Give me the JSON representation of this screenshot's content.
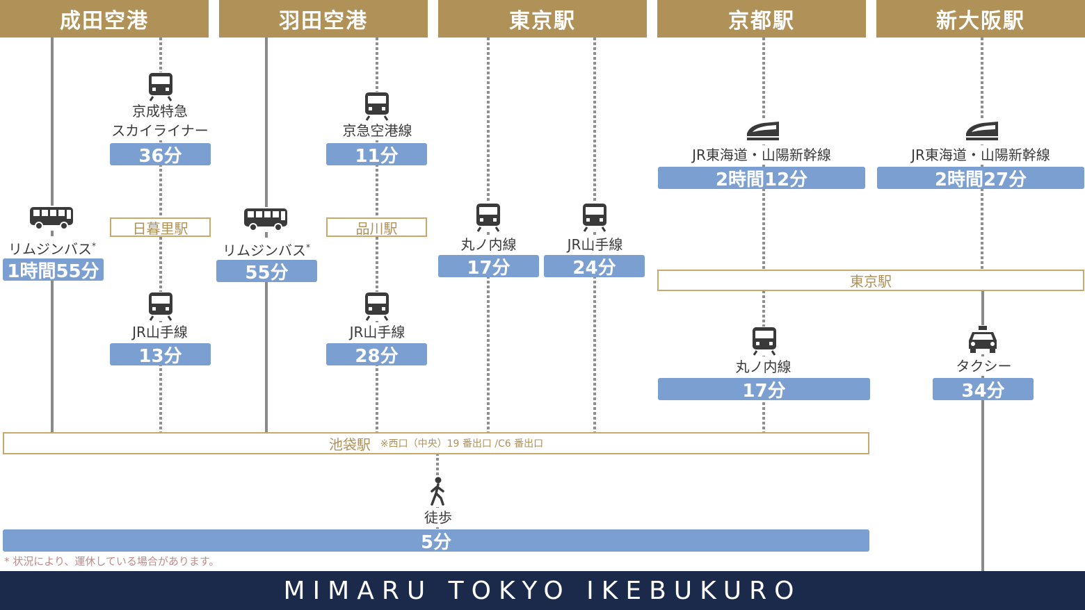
{
  "headers": {
    "narita": "成田空港",
    "haneda": "羽田空港",
    "tokyo": "東京駅",
    "kyoto": "京都駅",
    "shinosaka": "新大阪駅"
  },
  "narita": {
    "bus_label": "リムジンバス",
    "bus_mark": "*",
    "bus_time": "1時間55分",
    "train1_label_line1": "京成特急",
    "train1_label_line2": "スカイライナー",
    "train1_time": "36分",
    "transfer_station": "日暮里駅",
    "train2_label": "JR山手線",
    "train2_time": "13分"
  },
  "haneda": {
    "bus_label": "リムジンバス",
    "bus_mark": "*",
    "bus_time": "55分",
    "train1_label": "京急空港線",
    "train1_time": "11分",
    "transfer_station": "品川駅",
    "train2_label": "JR山手線",
    "train2_time": "28分"
  },
  "tokyo": {
    "route1_label": "丸ノ内線",
    "route1_time": "17分",
    "route2_label": "JR山手線",
    "route2_time": "24分"
  },
  "kyoto": {
    "shinkansen_label": "JR東海道・山陽新幹線",
    "shinkansen_time": "2時間12分",
    "subway_label": "丸ノ内線",
    "subway_time": "17分"
  },
  "shinosaka": {
    "shinkansen_label": "JR東海道・山陽新幹線",
    "shinkansen_time": "2時間27分",
    "taxi_label": "タクシー",
    "taxi_time": "34分"
  },
  "tokyo_transfer_station": "東京駅",
  "ikebukuro": {
    "station": "池袋駅",
    "exit_note": "※西口（中央）19 番出口 /C6 番出口"
  },
  "walk": {
    "label": "徒歩",
    "time": "5分"
  },
  "footnote": "* 状況により、運休している場合があります。",
  "footer_title": "MIMARU TOKYO IKEBUKURO",
  "colors": {
    "header": "#b09158",
    "time_bar": "#7b9fd0",
    "station_border": "#c9a86b",
    "footer": "#1b2a4a"
  }
}
